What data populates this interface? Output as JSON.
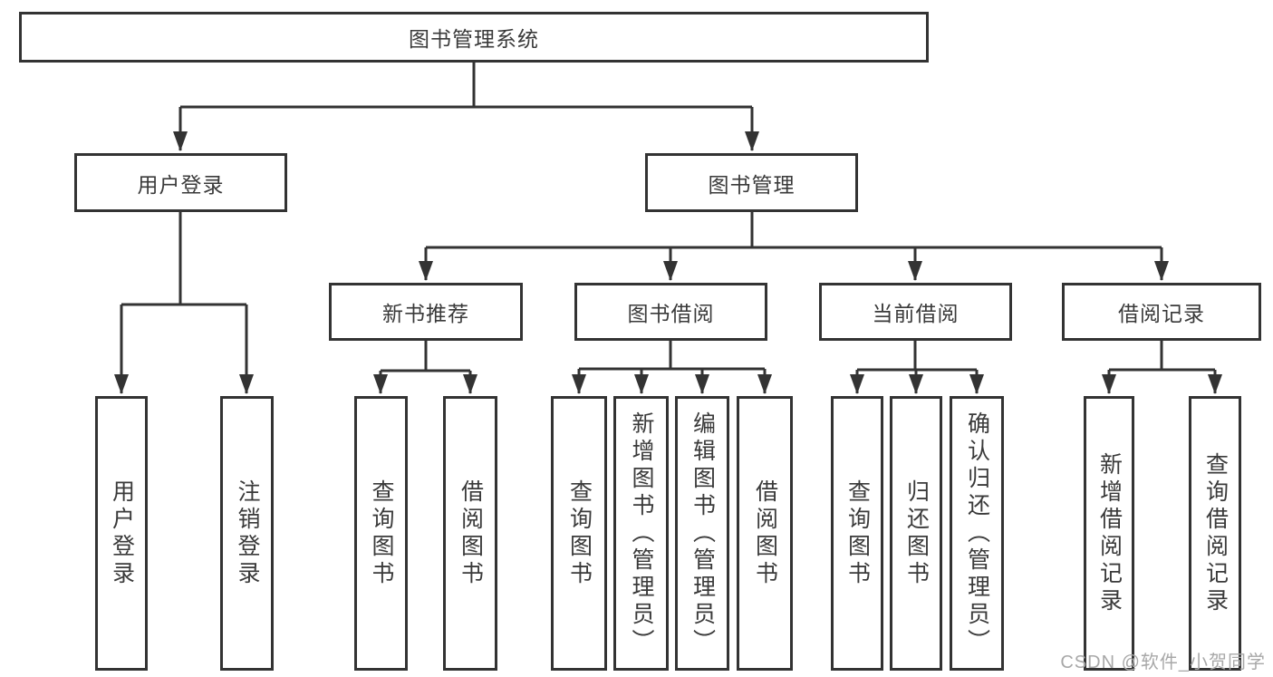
{
  "tree": {
    "root": {
      "label": "图书管理系统"
    },
    "user_login": {
      "label": "用户登录",
      "children": [
        {
          "label": "用户登录"
        },
        {
          "label": "注销登录"
        }
      ]
    },
    "book_management": {
      "label": "图书管理",
      "groups": [
        {
          "label": "新书推荐",
          "children": [
            {
              "label": "查询图书"
            },
            {
              "label": "借阅图书"
            }
          ]
        },
        {
          "label": "图书借阅",
          "children": [
            {
              "label": "查询图书"
            },
            {
              "label": "新增图书（管理员）"
            },
            {
              "label": "编辑图书（管理员）"
            },
            {
              "label": "借阅图书"
            }
          ]
        },
        {
          "label": "当前借阅",
          "children": [
            {
              "label": "查询图书"
            },
            {
              "label": "归还图书"
            },
            {
              "label": "确认归还（管理员）"
            }
          ]
        },
        {
          "label": "借阅记录",
          "children": [
            {
              "label": "新增借阅记录"
            },
            {
              "label": "查询借阅记录"
            }
          ]
        }
      ]
    }
  },
  "watermark": "CSDN @软件_小贺同学",
  "colors": {
    "line": "#333333",
    "text": "#3a3a3a",
    "background": "#ffffff",
    "watermark": "#a8a8a8"
  }
}
